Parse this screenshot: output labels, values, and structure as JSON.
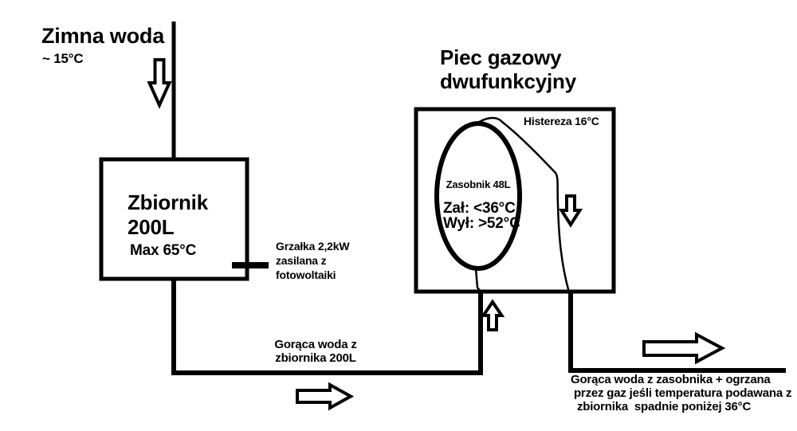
{
  "cold_water": {
    "title": "Zimna woda",
    "temperature": "~ 15°C"
  },
  "tank": {
    "name": "Zbiornik\n200L",
    "max_temp": "Max 65°C"
  },
  "heater": {
    "label": "Grzałka 2,2kW\nzasilana z\nfotowoltaiki"
  },
  "furnace": {
    "title": "Piec gazowy\ndwufunkcyjny",
    "hysteresis": "Histereza 16°C",
    "reservoir": "Zasobnik 48L",
    "switching": "Zał: <36°C\nWył: >52°C"
  },
  "flows": {
    "hot_from_tank": "Gorąca woda z\nzbiornika 200L",
    "output": "Gorąca woda z zasobnika + ogrzana\n przez gaz jeśli temperatura podawana z\n  zbiornika  spadnie poniżej 36°C"
  },
  "icons": {
    "down_arrow": "flow-arrow-down",
    "up_arrow": "flow-arrow-up",
    "right_arrow": "flow-arrow-right"
  },
  "colors": {
    "ink": "#000000",
    "background": "#ffffff"
  }
}
